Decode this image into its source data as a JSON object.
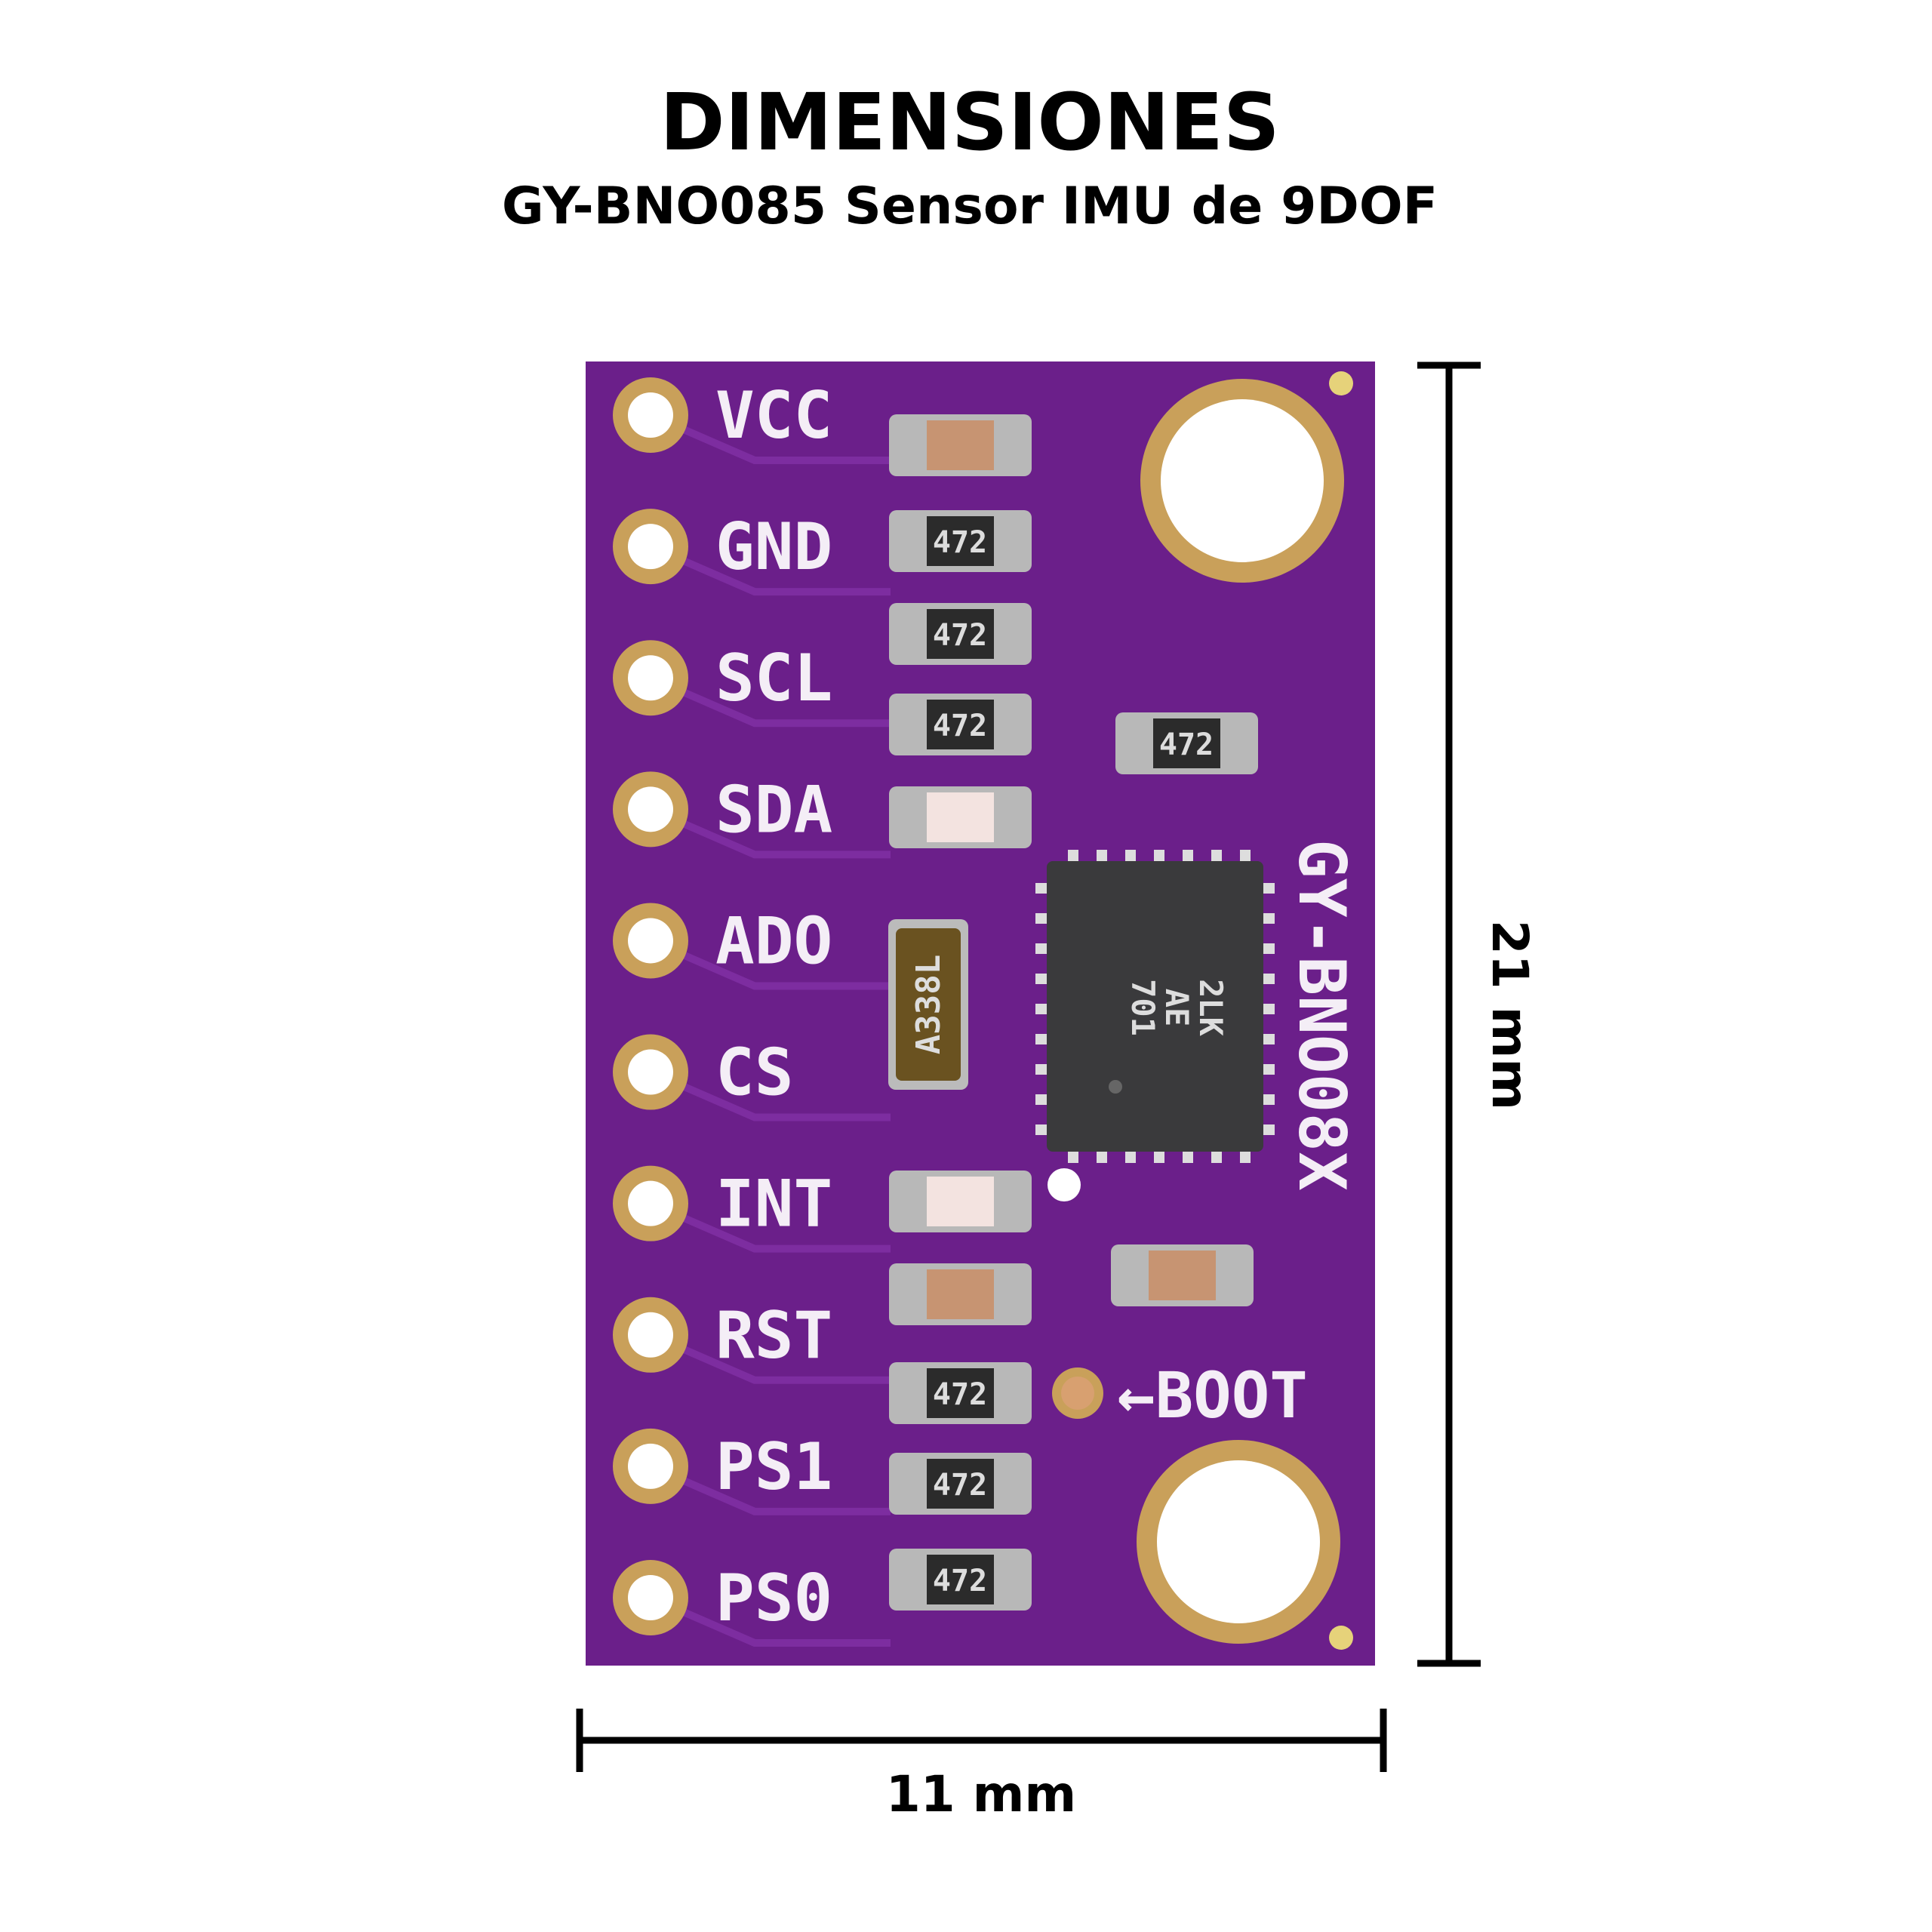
{
  "header": {
    "title": "DIMENSIONES",
    "subtitle": "GY-BNO085 Sensor IMU de 9DOF"
  },
  "dimensions": {
    "height_label": "21 mm",
    "width_label": "11 mm"
  },
  "board": {
    "model_label": "GY-BNO08X",
    "boot_label": "←BOOT",
    "pins": [
      "VCC",
      "GND",
      "SCL",
      "SDA",
      "ADO",
      "CS",
      "INT",
      "RST",
      "PS1",
      "PS0"
    ],
    "chip_marking": [
      "701",
      "AE",
      "2LK"
    ],
    "crystal_marking": "A338L",
    "resistor_marking": "472",
    "colors": {
      "pcb": "#6b1f8a",
      "gold": "#c9a05a",
      "chip": "#3a3a3c"
    }
  }
}
